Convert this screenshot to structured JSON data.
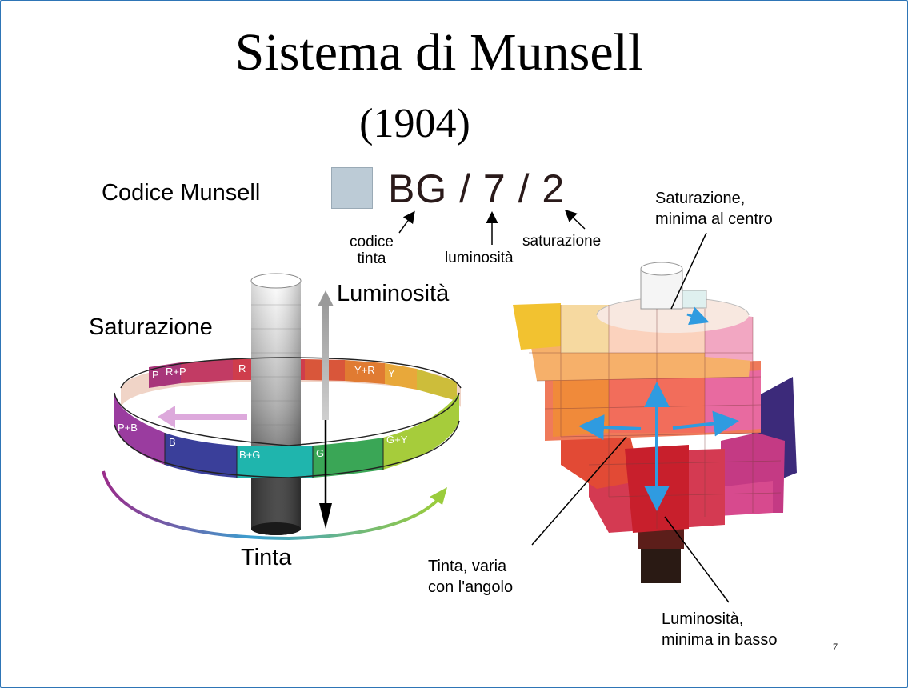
{
  "title": "Sistema di Munsell",
  "year": "(1904)",
  "munsell_code": {
    "label": "Codice Munsell",
    "code": "BG / 7 / 2",
    "swatch_color": "#bccbd6",
    "captions": {
      "hue_line1": "codice",
      "hue_line2": "tinta",
      "value": "luminosità",
      "chroma": "saturazione"
    }
  },
  "left_diagram": {
    "value_label": "Luminosità",
    "chroma_label": "Saturazione",
    "hue_label": "Tinta",
    "hue_ring": [
      "P",
      "R+P",
      "R",
      "Y+R",
      "Y",
      "P+B",
      "B",
      "B+G",
      "G",
      "G+Y"
    ],
    "colors": {
      "R": "#cf3d4c",
      "Y+R": "#e07b32",
      "Y": "#e8c23a",
      "G+Y": "#a6cc3b",
      "G": "#3aa656",
      "B+G": "#1fb5ad",
      "B": "#3a3f9a",
      "P+B": "#9a3c9f",
      "P": "#b03a78",
      "R+P": "#c93b63"
    }
  },
  "right_diagram": {
    "chroma_note_line1": "Saturazione,",
    "chroma_note_line2": "minima al centro",
    "hue_note_line1": "Tinta, varia",
    "hue_note_line2": "con l'angolo",
    "value_note_line1": "Luminosità,",
    "value_note_line2": "minima in basso",
    "arrow_color": "#2f9be0"
  },
  "page_number": "7"
}
